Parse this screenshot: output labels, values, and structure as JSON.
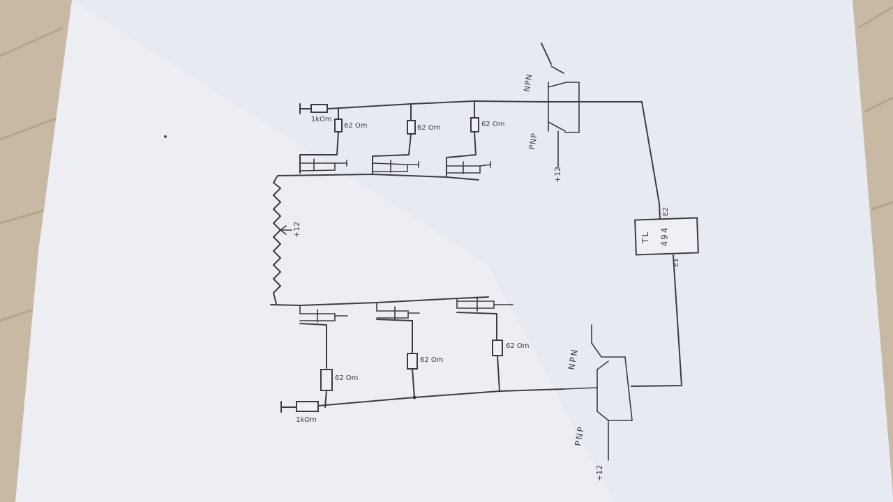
{
  "labels": {
    "r_top_1k": "1kOm",
    "r_top_a": "62 Om",
    "r_top_b": "62 Om",
    "r_top_c": "62 Om",
    "r_bot_1k": "1kOm",
    "r_bot_a": "62 Om",
    "r_bot_b": "62 Om",
    "r_bot_c": "62 Om",
    "pot": "+12",
    "top_npn": "NPN",
    "top_pnp": "PNP",
    "top_supply": "+12",
    "bot_npn": "NPN",
    "bot_pnp": "PNP",
    "bot_supply": "+12",
    "ic_line1": "TL",
    "ic_line2": "494",
    "ic_e2": "E2",
    "ic_e1": "E1"
  },
  "colors": {
    "table": "#c9bca8",
    "paper": "#eceef4",
    "ink": "#3b3b42"
  }
}
